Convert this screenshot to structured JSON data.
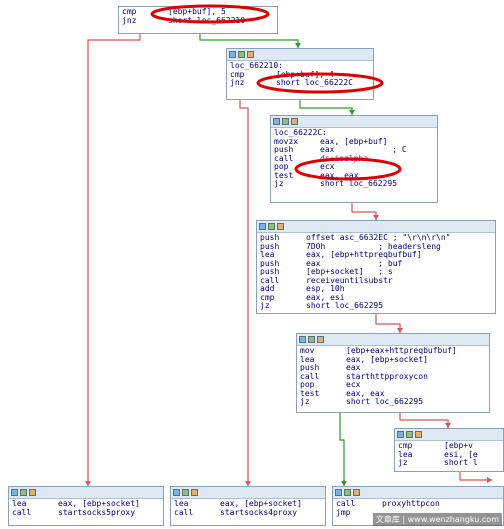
{
  "colors": {
    "true_edge": "#2a9a2a",
    "false_edge": "#e05050",
    "highlight_ellipse": "#e00000"
  },
  "nodes": [
    {
      "id": "n1",
      "label": "",
      "lines": [
        {
          "mn": "cmp",
          "op": "[ebp+buf], 5"
        },
        {
          "mn": "jnz",
          "op": "short loc_662210"
        }
      ]
    },
    {
      "id": "n2",
      "label": "loc_662210:",
      "lines": [
        {
          "mn": "cmp",
          "op": "[ebp+buf], 4"
        },
        {
          "mn": "jnz",
          "op": "short loc_66222C"
        }
      ]
    },
    {
      "id": "n3",
      "label": "loc_66222C:",
      "lines": [
        {
          "mn": "movzx",
          "op": "eax, [ebp+buf]"
        },
        {
          "mn": "push",
          "op": "eax            ; C"
        },
        {
          "mn": "call",
          "op": "ds:isalpha",
          "highlight": true
        },
        {
          "mn": "pop",
          "op": "ecx"
        },
        {
          "mn": "test",
          "op": "eax, eax"
        },
        {
          "mn": "jz",
          "op": "short loc_662295"
        }
      ]
    },
    {
      "id": "n4",
      "label": "",
      "lines": [
        {
          "mn": "push",
          "op": "offset asc_6632EC ; \"\\r\\n\\r\\n\""
        },
        {
          "mn": "push",
          "op": "7D0h           ; headersleng"
        },
        {
          "mn": "lea",
          "op": "eax, [ebp+httpreqbufbuf]"
        },
        {
          "mn": "push",
          "op": "eax            ; buf"
        },
        {
          "mn": "push",
          "op": "[ebp+socket]   ; s"
        },
        {
          "mn": "call",
          "op": "receiveuntilsubstr"
        },
        {
          "mn": "add",
          "op": "esp, 10h"
        },
        {
          "mn": "cmp",
          "op": "eax, esi"
        },
        {
          "mn": "jz",
          "op": "short loc_662295"
        }
      ]
    },
    {
      "id": "n5",
      "label": "",
      "lines": [
        {
          "mn": "mov",
          "op": "[ebp+eax+httpreqbufbuf]"
        },
        {
          "mn": "lea",
          "op": "eax, [ebp+socket]"
        },
        {
          "mn": "push",
          "op": "eax"
        },
        {
          "mn": "call",
          "op": "starthttpproxycon"
        },
        {
          "mn": "pop",
          "op": "ecx"
        },
        {
          "mn": "test",
          "op": "eax, eax"
        },
        {
          "mn": "jz",
          "op": "short loc_662295"
        }
      ]
    },
    {
      "id": "n6",
      "label": "",
      "lines": [
        {
          "mn": "cmp",
          "op": "[ebp+v"
        },
        {
          "mn": "lea",
          "op": "esi, [e"
        },
        {
          "mn": "jz",
          "op": "short l"
        }
      ]
    },
    {
      "id": "n7",
      "label": "",
      "lines": [
        {
          "mn": "lea",
          "op": "eax, [ebp+socket]"
        },
        {
          "mn": "call",
          "op": "startsocks5proxy"
        }
      ]
    },
    {
      "id": "n8",
      "label": "",
      "lines": [
        {
          "mn": "lea",
          "op": "eax, [ebp+socket]"
        },
        {
          "mn": "call",
          "op": "startsocks4proxy"
        }
      ]
    },
    {
      "id": "n9",
      "label": "",
      "lines": [
        {
          "mn": "call",
          "op": "proxyhttpcon"
        },
        {
          "mn": "jmp",
          "op": ""
        }
      ]
    }
  ],
  "watermark": "文章库 | www.wenzhangku.com"
}
